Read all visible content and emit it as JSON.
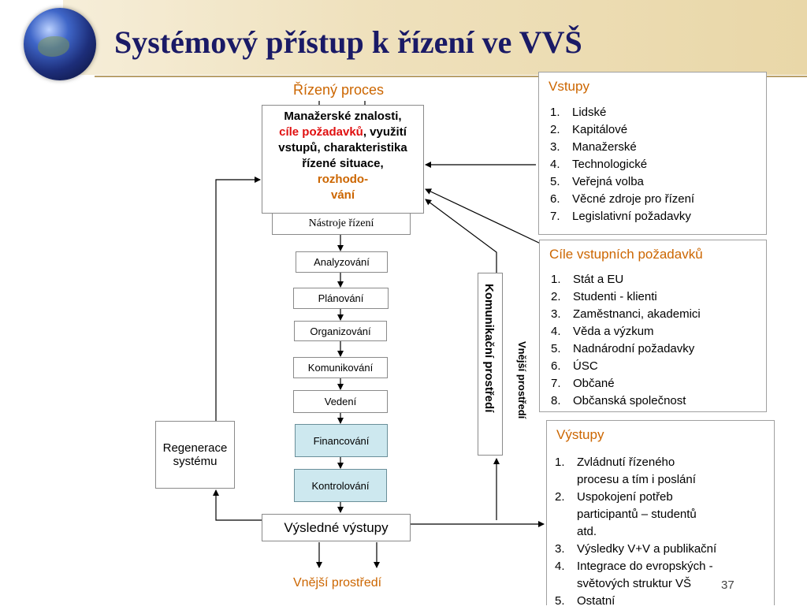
{
  "title": "Systémový přístup k řízení ve VVŠ",
  "rizeny_proces": "Řízený proces",
  "manager_box": {
    "line1": "Manažerské znalosti,",
    "red_part": "cíle požadavků",
    "after_red": ", využití",
    "line3": "vstupů, charakteristika",
    "line4": "řízené situace,",
    "orange1": "rozhodo-",
    "orange2": "vání"
  },
  "nastroje": "Nástroje řízení",
  "steps": [
    {
      "label": "Analyzování"
    },
    {
      "label": "Plánování"
    },
    {
      "label": "Organizování"
    },
    {
      "label": "Komunikování"
    },
    {
      "label": "Vedení"
    },
    {
      "label": "Financování"
    },
    {
      "label": "Kontrolování"
    }
  ],
  "vysledne_vystupy": "Výsledné výstupy",
  "vnejsi_prostredi_bottom": "Vnější prostředí",
  "regenerace": {
    "line1": "Regenerace",
    "line2": "systému"
  },
  "komunikacni_prostredi": "Komunikační prostředí",
  "vnejsi_prostredi_vertical": "Vnější prostředí",
  "vstupy": {
    "heading": "Vstupy",
    "items": [
      {
        "num": "1.",
        "text": "Lidské"
      },
      {
        "num": "2.",
        "text": "Kapitálové"
      },
      {
        "num": "3.",
        "text": "Manažerské"
      },
      {
        "num": "4.",
        "text": "Technologické"
      },
      {
        "num": "5.",
        "text": "Veřejná volba"
      },
      {
        "num": "6.",
        "text": "Věcné zdroje pro řízení"
      },
      {
        "num": "7.",
        "text": "Legislativní požadavky"
      }
    ]
  },
  "cile": {
    "heading": "Cíle vstupních požadavků",
    "items": [
      {
        "num": "1.",
        "text": "Stát a EU"
      },
      {
        "num": "2.",
        "text": "Studenti - klienti"
      },
      {
        "num": "3.",
        "text": "Zaměstnanci, akademici"
      },
      {
        "num": "4.",
        "text": "Věda a výzkum"
      },
      {
        "num": "5.",
        "text": "Nadnárodní  požadavky"
      },
      {
        "num": "6.",
        "text": "ÚSC"
      },
      {
        "num": "7.",
        "text": "Občané"
      },
      {
        "num": "8.",
        "text": "Občanská společnost"
      }
    ]
  },
  "vystupy": {
    "heading": "Výstupy",
    "items": [
      {
        "num": "1.",
        "lines": [
          "Zvládnutí řízeného",
          "procesu a tím i poslání"
        ]
      },
      {
        "num": "2.",
        "lines": [
          "Uspokojení potřeb",
          "participantů – studentů",
          "atd."
        ]
      },
      {
        "num": "3.",
        "lines": [
          "Výsledky V+V a publikační"
        ]
      },
      {
        "num": "4.",
        "lines": [
          "Integrace do evropských -",
          "světových struktur VŠ"
        ]
      },
      {
        "num": "5.",
        "lines": [
          "Ostatní"
        ]
      }
    ]
  },
  "page_number": "37"
}
